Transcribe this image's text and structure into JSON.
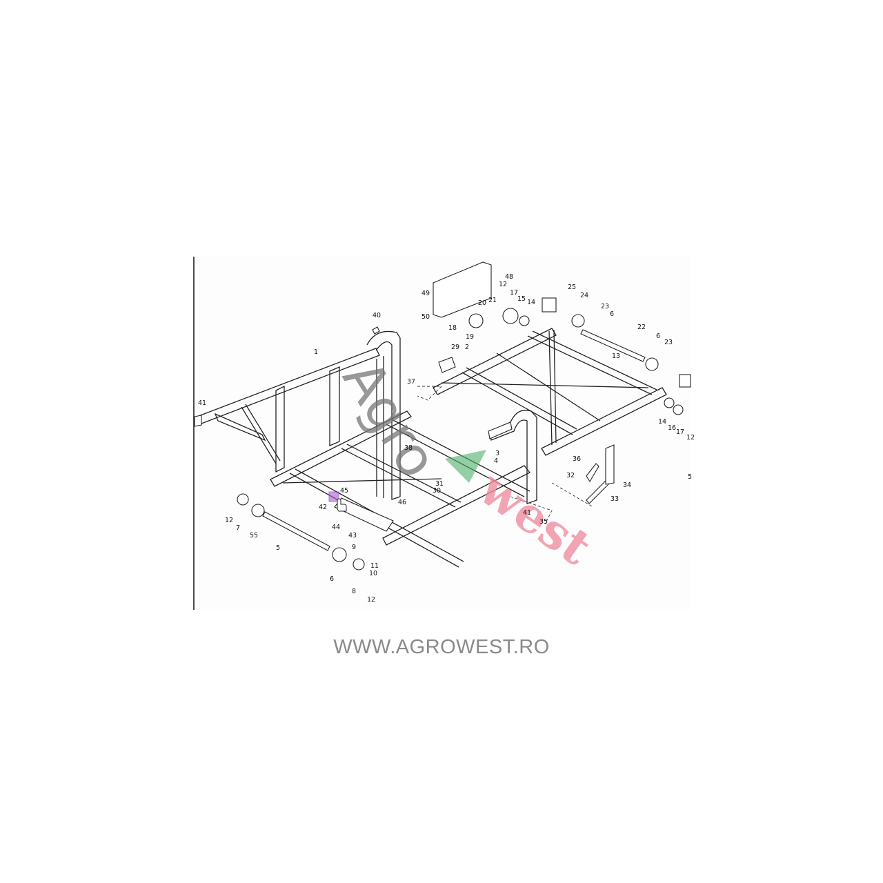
{
  "diagram": {
    "title": "Frame assembly exploded parts diagram",
    "callouts": [
      "40",
      "1",
      "41",
      "37",
      "38",
      "45",
      "42",
      "46",
      "44",
      "43",
      "12",
      "7",
      "55",
      "5",
      "6",
      "9",
      "8",
      "11",
      "10",
      "12",
      "31",
      "30",
      "49",
      "50",
      "48",
      "12",
      "17",
      "15",
      "20",
      "21",
      "14",
      "25",
      "24",
      "23",
      "6",
      "18",
      "19",
      "29",
      "2",
      "22",
      "6",
      "23",
      "13",
      "14",
      "16",
      "17",
      "12",
      "3",
      "4",
      "36",
      "32",
      "34",
      "33",
      "41",
      "35",
      "5"
    ],
    "highlight_callout": "4",
    "watermark": {
      "part1": "Agro",
      "part2": "west"
    }
  },
  "footer": {
    "website": "WWW.AGROWEST.RO"
  },
  "colors": {
    "watermark_grey": "#777777",
    "watermark_pink": "#ef8fa0",
    "watermark_green": "#4caf6a",
    "highlight": "#b35bd0"
  }
}
